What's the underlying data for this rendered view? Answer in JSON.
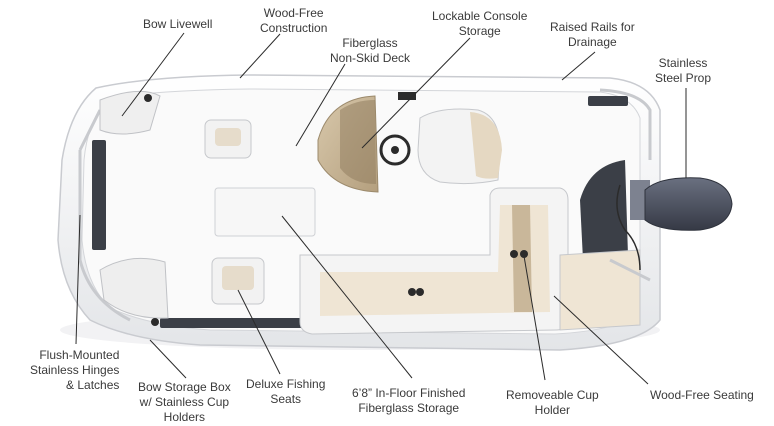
{
  "labels": {
    "bow_livewell": [
      "Bow Livewell"
    ],
    "wood_free_construction": [
      "Wood-Free",
      "Construction"
    ],
    "fiberglass_deck": [
      "Fiberglass",
      "Non-Skid Deck"
    ],
    "lockable_console": [
      "Lockable Console",
      "Storage"
    ],
    "raised_rails": [
      "Raised Rails for",
      "Drainage"
    ],
    "stainless_prop": [
      "Stainless",
      "Steel Prop"
    ],
    "flush_hinges": [
      "Flush-Mounted",
      "Stainless Hinges",
      "& Latches"
    ],
    "bow_storage_box": [
      "Bow Storage Box",
      "w/ Stainless Cup",
      "Holders"
    ],
    "fishing_seats": [
      "Deluxe Fishing",
      "Seats"
    ],
    "in_floor_storage": [
      "6’8” In-Floor Finished",
      "Fiberglass Storage"
    ],
    "cup_holder": [
      "Removeable Cup",
      "Holder"
    ],
    "wood_free_seating": [
      "Wood-Free Seating"
    ]
  },
  "colors": {
    "label_text": "#3a3a3a",
    "leader_line": "#2b2b2b",
    "hull": "#f4f4f4",
    "deck": "#fbfbfb",
    "upholstery_tan": "#c9b79a",
    "carpet_dark": "#3b3f47",
    "motor": "#4a4f5a"
  }
}
